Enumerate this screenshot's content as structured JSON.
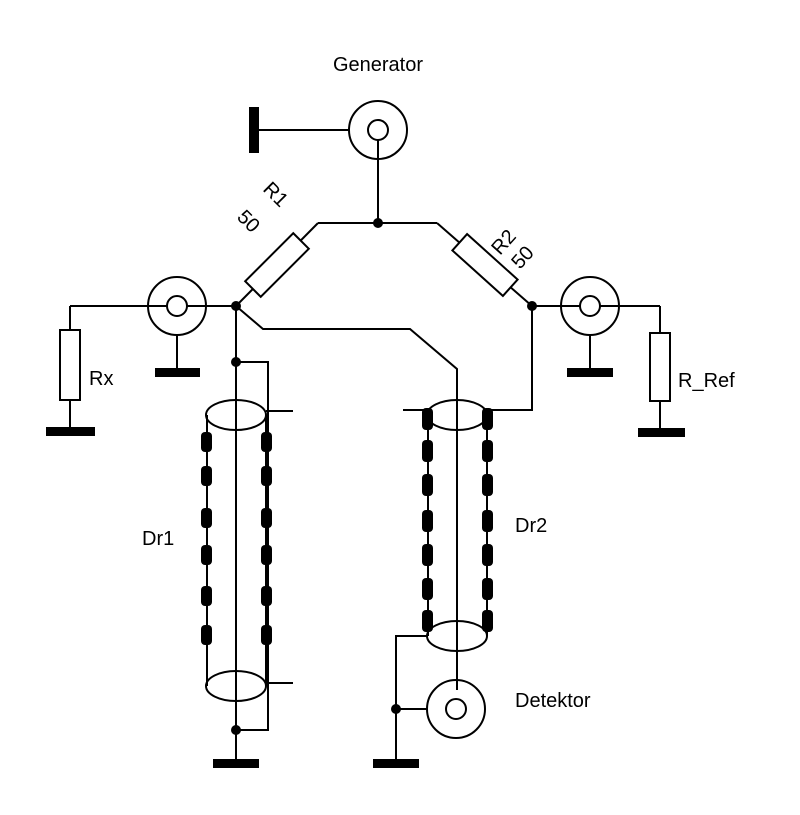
{
  "labels": {
    "generator": "Generator",
    "r1_name": "R1",
    "r1_value": "50",
    "r2_name": "R2",
    "r2_value": "50",
    "rx": "Rx",
    "r_ref": "R_Ref",
    "dr1": "Dr1",
    "dr2": "Dr2",
    "detektor": "Detektor"
  }
}
